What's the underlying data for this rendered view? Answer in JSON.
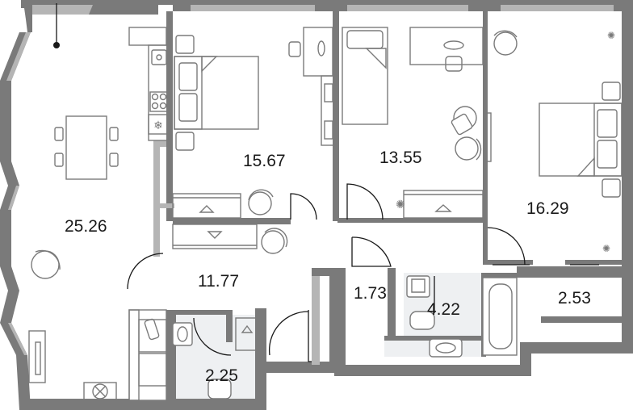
{
  "rooms": [
    {
      "id": "living-kitchen",
      "area": "25.26"
    },
    {
      "id": "bedroom-1",
      "area": "15.67"
    },
    {
      "id": "bedroom-2",
      "area": "13.55"
    },
    {
      "id": "bedroom-3",
      "area": "16.29"
    },
    {
      "id": "hallway",
      "area": "11.77"
    },
    {
      "id": "closet",
      "area": "1.73"
    },
    {
      "id": "bathroom",
      "area": "4.22"
    },
    {
      "id": "wardrobe-room",
      "area": "2.53"
    },
    {
      "id": "guest-wc",
      "area": "2.25"
    }
  ],
  "colors": {
    "wall": "#7a7a7a",
    "wall_light": "#b5b5b5",
    "tile": "#eef0f2",
    "text": "#1a1a1a"
  }
}
